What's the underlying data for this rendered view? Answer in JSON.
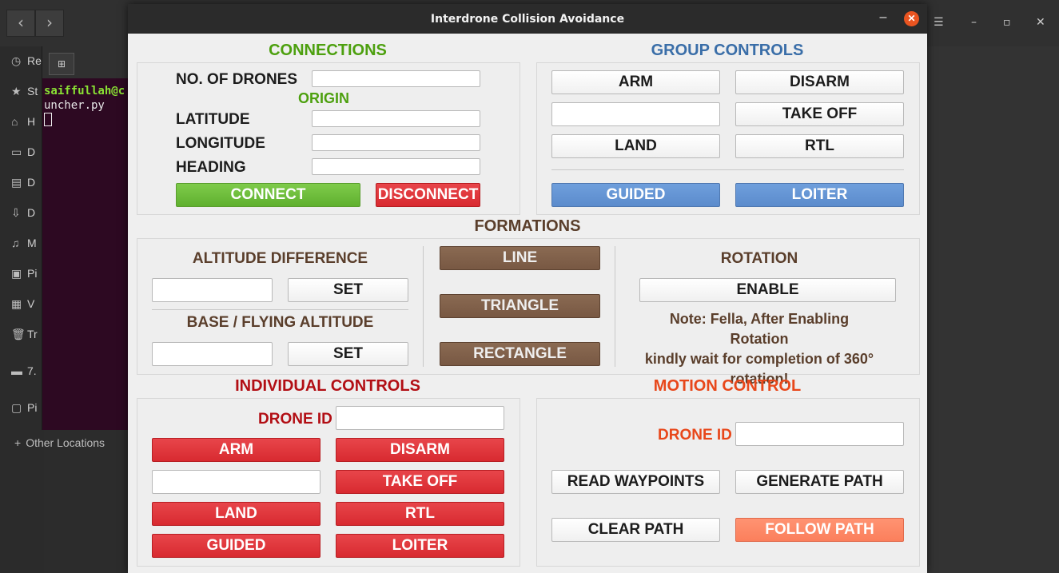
{
  "window": {
    "title": "Interdrone Collision Avoidance",
    "minimize_glyph": "–",
    "close_glyph": "✕"
  },
  "colors": {
    "connections": "#4da00f",
    "group": "#3a6ea8",
    "formations": "#5a3e2b",
    "individual": "#b20e14",
    "motion": "#e8471a"
  },
  "background": {
    "back_glyph": "‹",
    "forward_glyph": "›",
    "sidebar_items": [
      {
        "icon": "clock-icon",
        "glyph": "◷",
        "label": "Re"
      },
      {
        "icon": "star-icon",
        "glyph": "★",
        "label": "St"
      },
      {
        "icon": "home-icon",
        "glyph": "⌂",
        "label": "H"
      },
      {
        "icon": "desktop-icon",
        "glyph": "▭",
        "label": "D"
      },
      {
        "icon": "documents-icon",
        "glyph": "▤",
        "label": "D"
      },
      {
        "icon": "downloads-icon",
        "glyph": "⇩",
        "label": "D"
      },
      {
        "icon": "music-icon",
        "glyph": "♫",
        "label": "M"
      },
      {
        "icon": "pictures-icon",
        "glyph": "▣",
        "label": "Pi"
      },
      {
        "icon": "videos-icon",
        "glyph": "▦",
        "label": "V"
      },
      {
        "icon": "trash-icon",
        "glyph": "🗑",
        "label": "Tr"
      },
      {
        "icon": "drive-icon",
        "glyph": "▬",
        "label": "7."
      },
      {
        "icon": "folder-icon",
        "glyph": "▢",
        "label": "Pi"
      }
    ],
    "other_locations": "Other Locations",
    "other_locations_glyph": "+",
    "terminal_tab_glyph": "⊞",
    "terminal_user": "saiffullah@c",
    "terminal_cmd": "uncher.py",
    "menu_glyph": "☰",
    "restore_glyph": "▫",
    "close_glyph": "✕"
  },
  "connections": {
    "title": "CONNECTIONS",
    "num_drones_label": "NO. OF DRONES",
    "num_drones_value": "",
    "origin_label": "ORIGIN",
    "latitude_label": "LATITUDE",
    "latitude_value": "",
    "longitude_label": "LONGITUDE",
    "longitude_value": "",
    "heading_label": "HEADING",
    "heading_value": "",
    "connect": "CONNECT",
    "disconnect": "DISCONNECT"
  },
  "group_controls": {
    "title": "GROUP CONTROLS",
    "arm": "ARM",
    "disarm": "DISARM",
    "takeoff_value": "",
    "takeoff": "TAKE OFF",
    "land": "LAND",
    "rtl": "RTL",
    "guided": "GUIDED",
    "loiter": "LOITER"
  },
  "formations": {
    "title": "FORMATIONS",
    "alt_diff_label": "ALTITUDE DIFFERENCE",
    "alt_diff_value": "",
    "set": "SET",
    "base_alt_label": "BASE / FLYING ALTITUDE",
    "base_alt_value": "",
    "set2": "SET",
    "line": "LINE",
    "triangle": "TRIANGLE",
    "rectangle": "RECTANGLE",
    "rotation_label": "ROTATION",
    "enable": "ENABLE",
    "note_line1": "Note: Fella, After Enabling Rotation",
    "note_line2": "kindly wait for completion of 360°",
    "note_line3": "rotation!"
  },
  "individual": {
    "title": "INDIVIDUAL CONTROLS",
    "drone_id_label": "DRONE ID",
    "drone_id_value": "",
    "arm": "ARM",
    "disarm": "DISARM",
    "takeoff_value": "",
    "takeoff": "TAKE OFF",
    "land": "LAND",
    "rtl": "RTL",
    "guided": "GUIDED",
    "loiter": "LOITER"
  },
  "motion": {
    "title": "MOTION CONTROL",
    "drone_id_label": "DRONE ID",
    "drone_id_value": "",
    "read_waypoints": "READ WAYPOINTS",
    "generate_path": "GENERATE PATH",
    "clear_path": "CLEAR PATH",
    "follow_path": "FOLLOW PATH"
  }
}
